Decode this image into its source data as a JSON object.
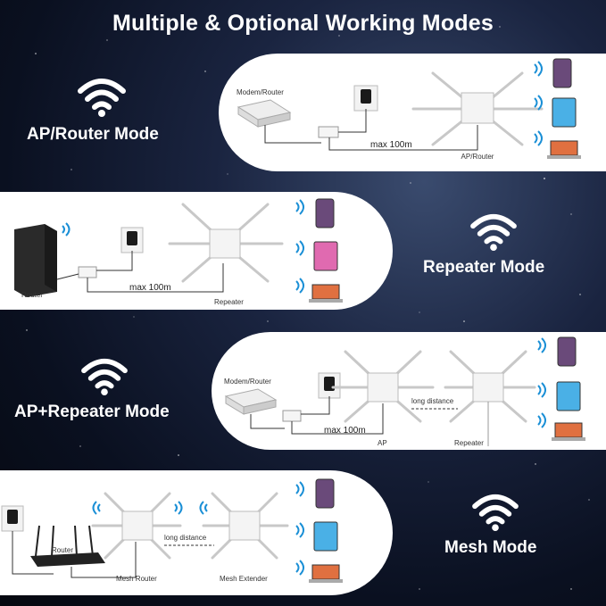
{
  "title": "Multiple & Optional Working Modes",
  "modes": [
    {
      "name": "AP/Router Mode",
      "labels": {
        "modem": "Modem/Router",
        "distance": "max 100m",
        "device": "AP/Router"
      }
    },
    {
      "name": "Repeater Mode",
      "labels": {
        "router": "Router",
        "distance": "max 100m",
        "device": "Repeater"
      }
    },
    {
      "name": "AP+Repeater Mode",
      "labels": {
        "modem": "Modem/Router",
        "long": "long distance",
        "distance": "max 100m",
        "ap": "AP",
        "repeater": "Repeater"
      }
    },
    {
      "name": "Mesh Mode",
      "labels": {
        "router": "Router",
        "long": "long distance",
        "mesh_router": "Mesh Router",
        "mesh_extender": "Mesh Extender"
      }
    }
  ],
  "colors": {
    "wifi_blue": "#1a8fd6",
    "panel": "#ffffff",
    "text_dark": "#222222"
  }
}
